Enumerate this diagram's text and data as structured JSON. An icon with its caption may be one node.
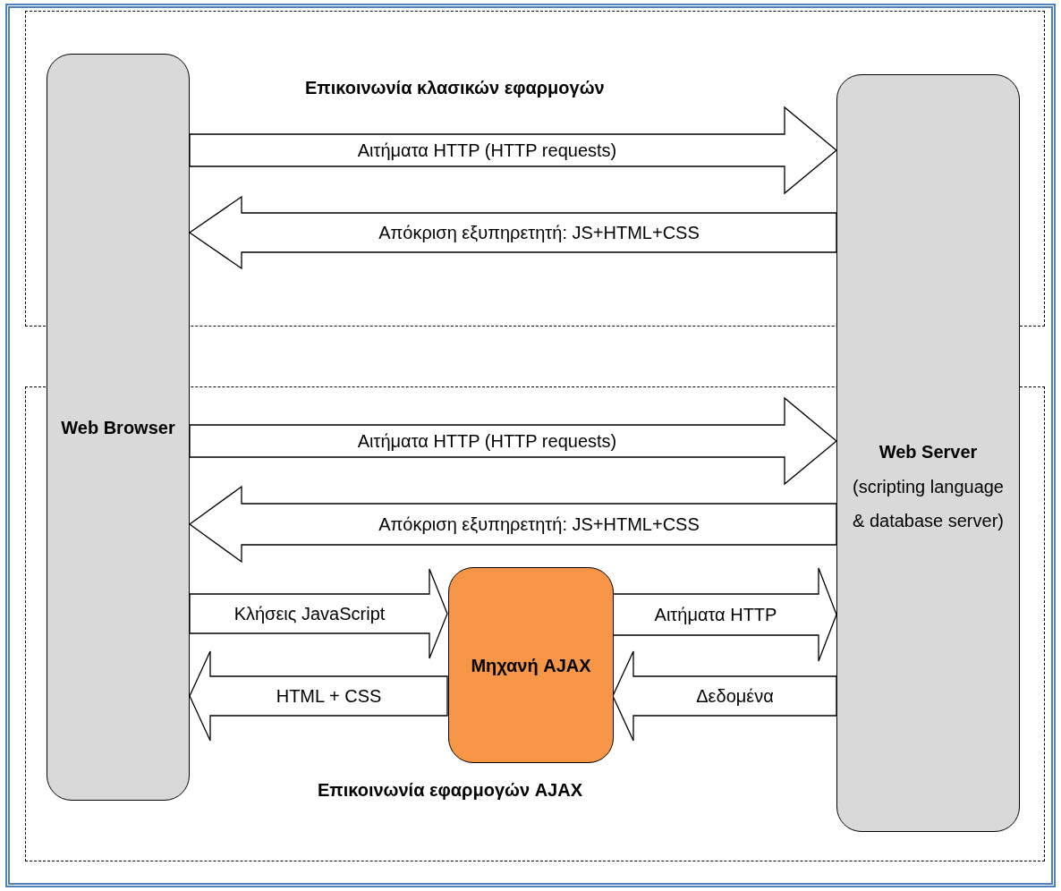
{
  "diagram": {
    "nodes": [
      {
        "text": [
          "Επικοινωνία κλασικών εφαρμογών"
        ]
      },
      {
        "text": [
          "Επικοινωνία εφαρμογών AJAX"
        ]
      },
      {
        "text": [
          "Web Browser"
        ]
      },
      {
        "text": [
          "Web Server",
          "(scripting language & database server)"
        ]
      },
      {
        "text": [
          "Μηχανή AJAX"
        ],
        "in": 1
      }
    ],
    "edges": [
      {
        "from": 2,
        "to": 3,
        "arrow": "to",
        "label": "Αιτήματα HTTP (HTTP requests)"
      },
      {
        "from": 3,
        "to": 2,
        "arrow": "to",
        "label": "Απόκριση εξυπηρετητή: JS+HTML+CSS"
      },
      {
        "from": 2,
        "to": 3,
        "arrow": "to",
        "label": "Αιτήματα HTTP (HTTP requests)"
      },
      {
        "from": 3,
        "to": 2,
        "arrow": "to",
        "label": "Απόκριση εξυπηρετητή: JS+HTML+CSS"
      },
      {
        "from": 2,
        "to": 4,
        "arrow": "to",
        "label": "Κλήσεις JavaScript"
      },
      {
        "from": 4,
        "to": 3,
        "arrow": "to",
        "label": "Αιτήματα HTTP"
      },
      {
        "from": 4,
        "to": 2,
        "arrow": "to",
        "label": "HTML + CSS"
      },
      {
        "from": 3,
        "to": 4,
        "arrow": "to",
        "label": "Δεδομένα"
      }
    ]
  }
}
